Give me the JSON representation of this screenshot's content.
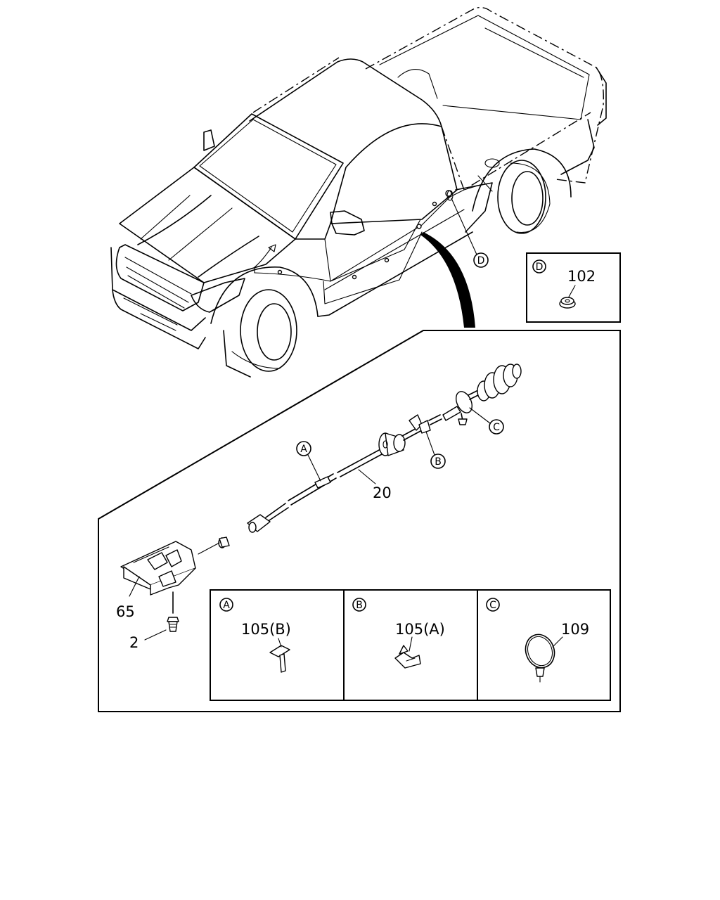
{
  "callouts": {
    "a": "A",
    "b": "B",
    "c": "C",
    "d": "D"
  },
  "parts": {
    "p2": "2",
    "p20": "20",
    "p65": "65",
    "p102": "102",
    "p105b": "105(B)",
    "p105a": "105(A)",
    "p109": "109"
  }
}
